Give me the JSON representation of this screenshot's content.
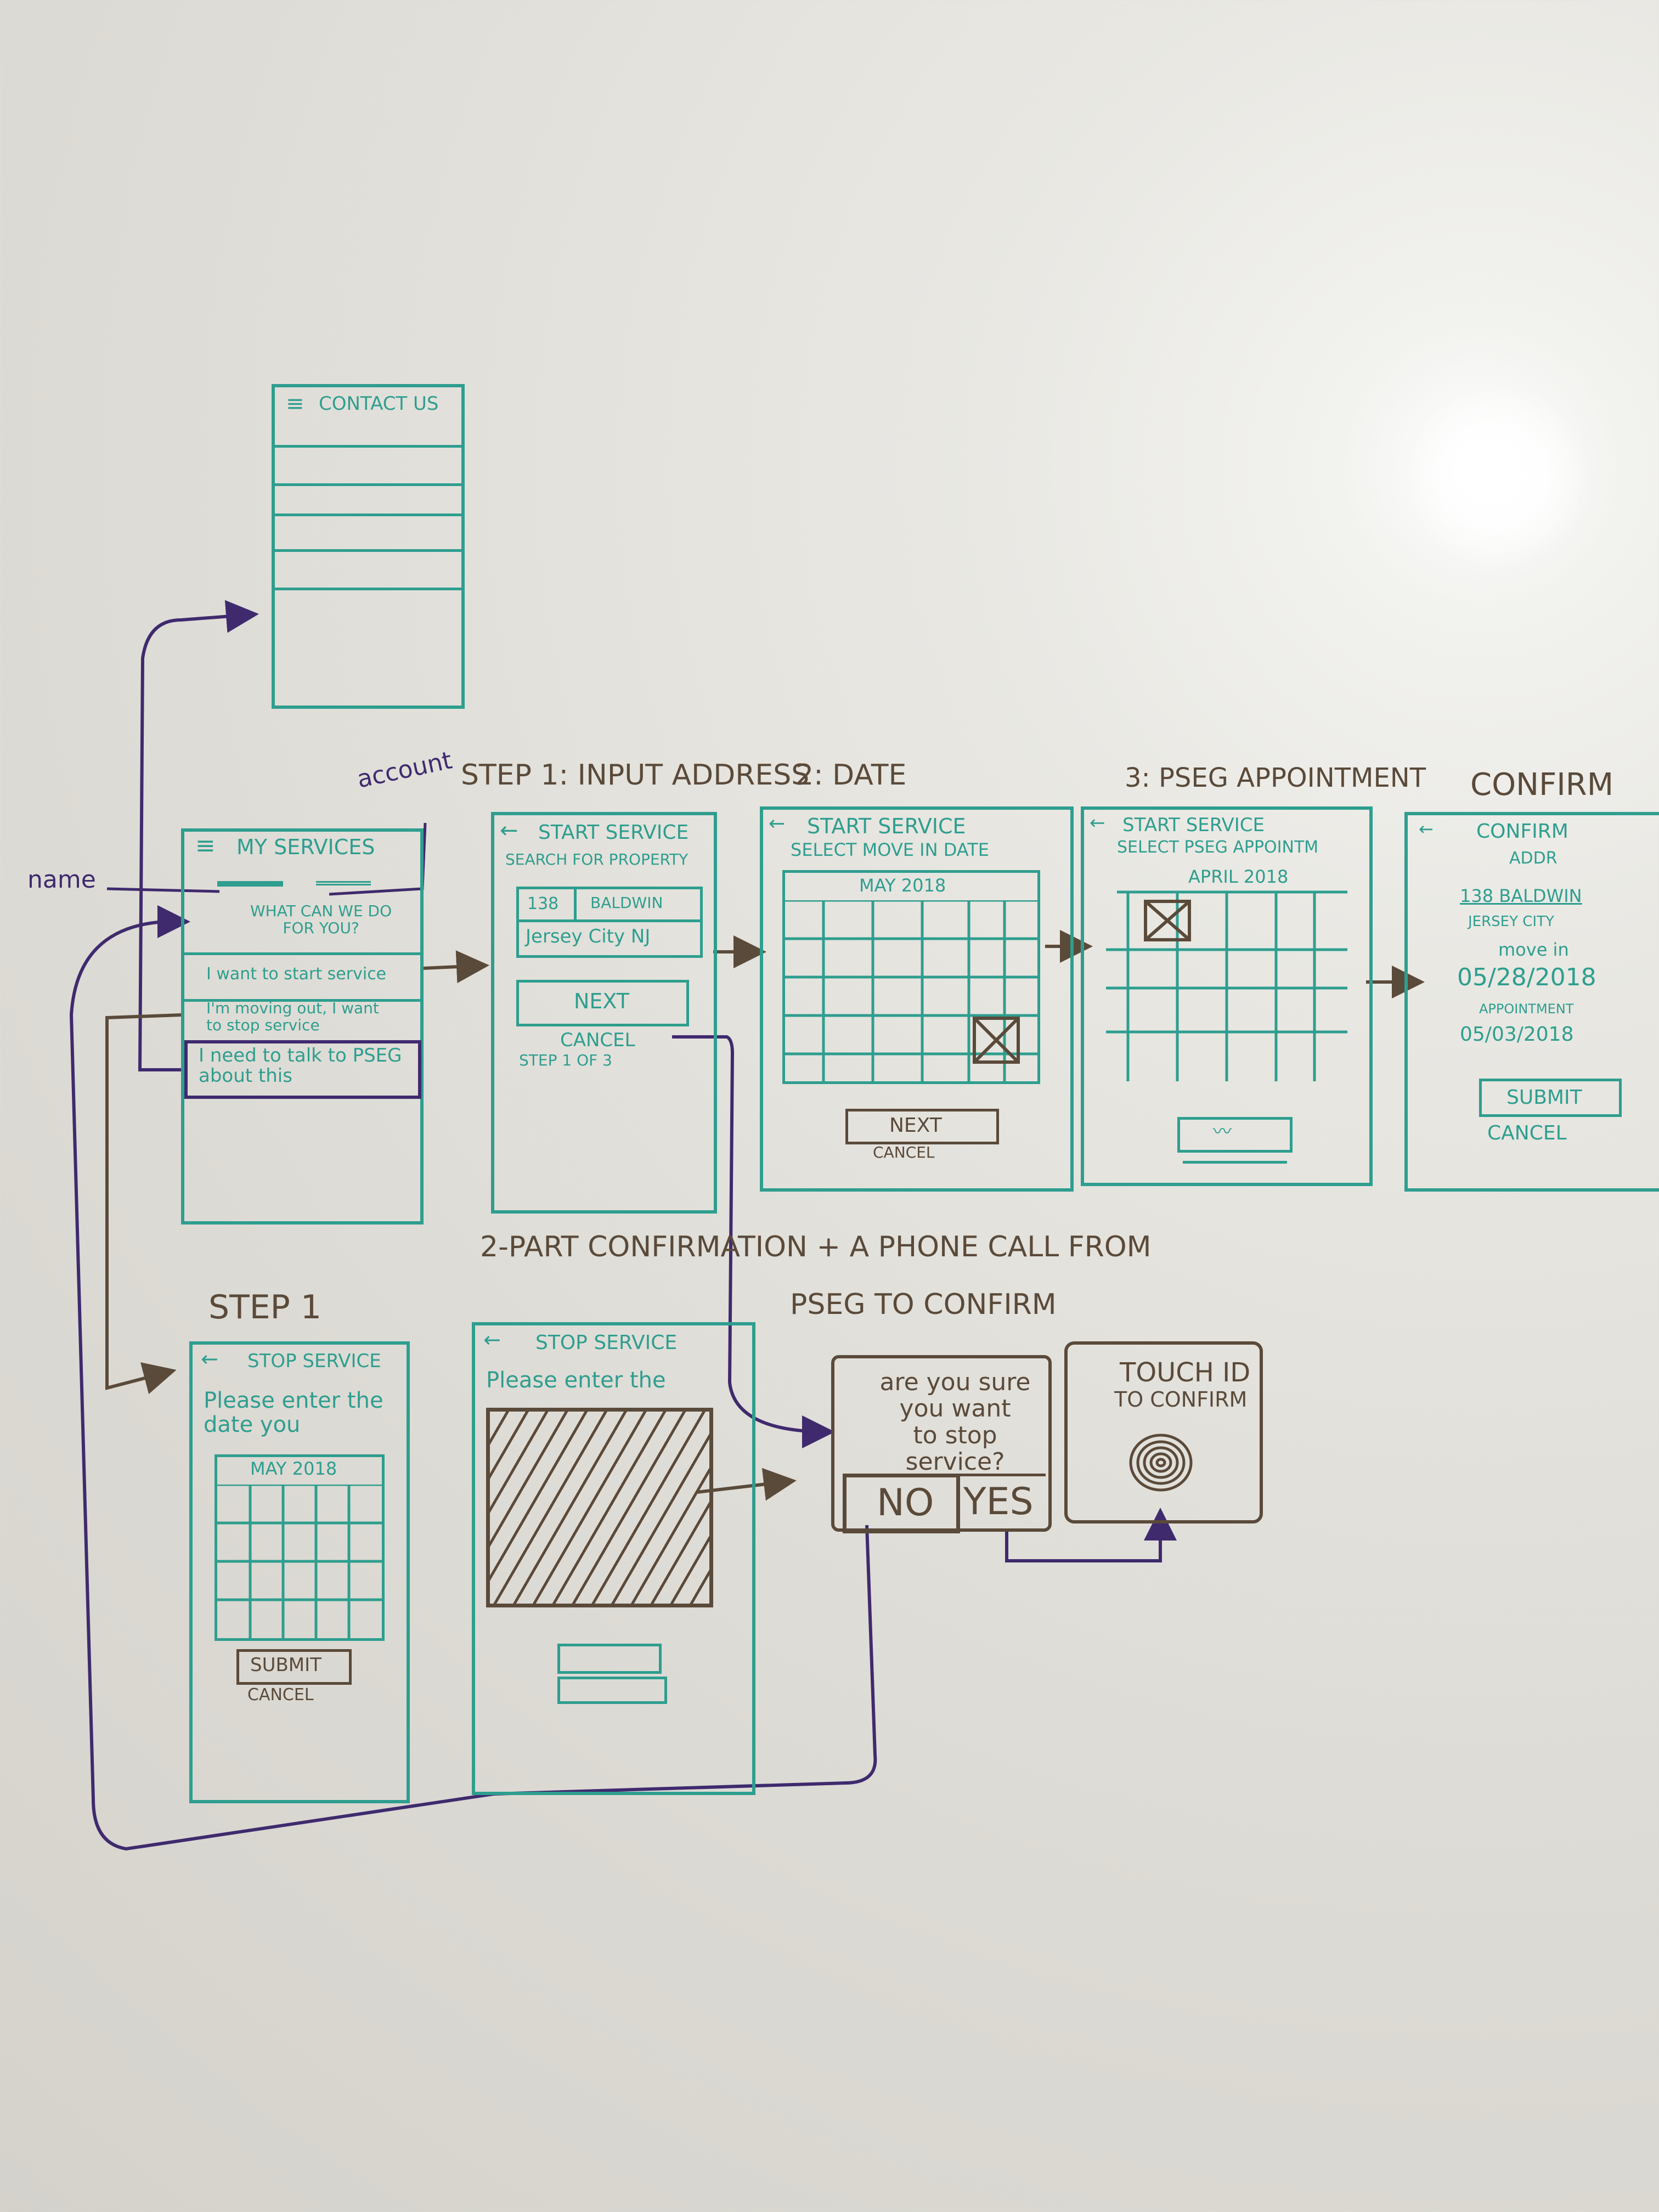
{
  "colors": {
    "teal": "#2e9e8f",
    "purple": "#3f2a6e",
    "brown": "#5a4a3a",
    "board": "#e9e8e3"
  },
  "labels": {
    "name": "name",
    "account": "account",
    "step1_header": "STEP 1: INPUT ADDRESS",
    "date_header": "2: DATE",
    "appt_header": "3: PSEG APPOINTMENT",
    "confirm_header": "CONFIRM",
    "stop_step1_header": "STEP 1",
    "two_part_header": "2-PART CONFIRMATION + A PHONE CALL FROM",
    "two_part_header_2": "PSEG TO CONFIRM"
  },
  "contact": {
    "title": "CONTACT US"
  },
  "my_services": {
    "title": "MY SERVICES",
    "question": "WHAT CAN WE DO\nFOR YOU?",
    "option_start": "I want to start service",
    "option_moving": "I'm moving out, I want\nto stop service",
    "option_talk": "I need to talk to PSEG\nabout this"
  },
  "start_step1": {
    "title": "START SERVICE",
    "subtitle": "SEARCH FOR PROPERTY",
    "field_number": "138",
    "field_street": "BALDWIN",
    "field_city": "Jersey City NJ",
    "next": "NEXT",
    "cancel": "CANCEL",
    "step": "STEP 1 OF 3"
  },
  "start_date": {
    "title": "START SERVICE",
    "subtitle": "SELECT MOVE IN DATE",
    "month": "MAY 2018",
    "next": "NEXT",
    "cancel": "CANCEL"
  },
  "start_appt": {
    "title": "START SERVICE",
    "subtitle": "SELECT PSEG APPOINTM",
    "month": "APRIL 2018"
  },
  "confirm": {
    "title": "CONFIRM",
    "address_label": "ADDR",
    "address": "138 BALDWIN",
    "city": "JERSEY CITY",
    "move_in_label": "move in",
    "move_in_date": "05/28/2018",
    "appt_label": "APPOINTMENT",
    "appt_date": "05/03/2018",
    "submit": "SUBMIT",
    "cancel": "CANCEL"
  },
  "stop_step1": {
    "title": "STOP SERVICE",
    "prompt": "Please enter the\ndate you",
    "month": "MAY 2018",
    "submit": "SUBMIT",
    "cancel": "CANCEL"
  },
  "stop_step2": {
    "title": "STOP SERVICE",
    "prompt": "Please enter the"
  },
  "dialog": {
    "question": "are you sure\nyou want\nto stop service?",
    "no": "NO",
    "yes": "YES"
  },
  "touchid": {
    "title": "TOUCH ID",
    "subtitle": "TO CONFIRM",
    "icon": "fingerprint-icon"
  }
}
